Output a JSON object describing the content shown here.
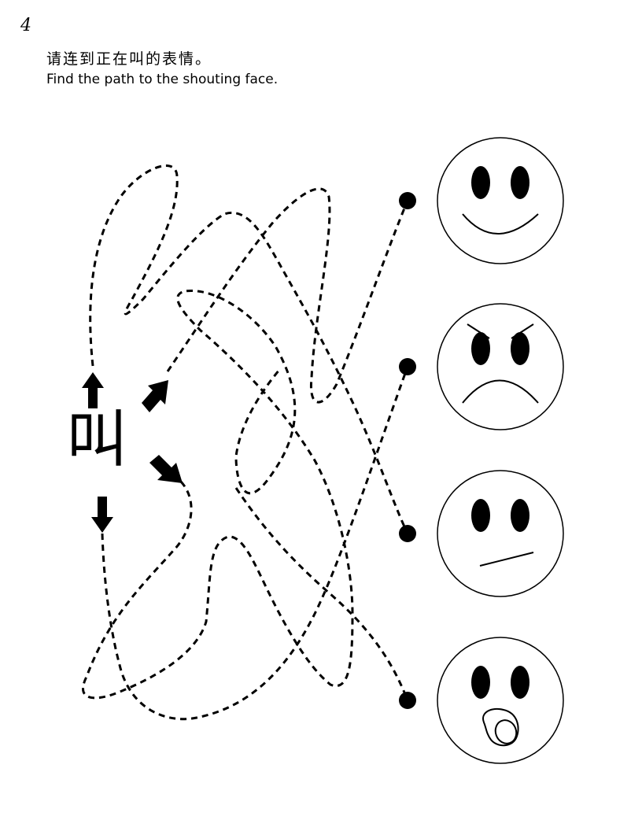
{
  "page_number": "4",
  "instruction_chinese": "请连到正在叫的表情。",
  "instruction_english": "Find the path to the shouting face.",
  "start_character": "叫",
  "faces": [
    {
      "expression": "happy"
    },
    {
      "expression": "angry"
    },
    {
      "expression": "neutral"
    },
    {
      "expression": "shouting"
    }
  ]
}
